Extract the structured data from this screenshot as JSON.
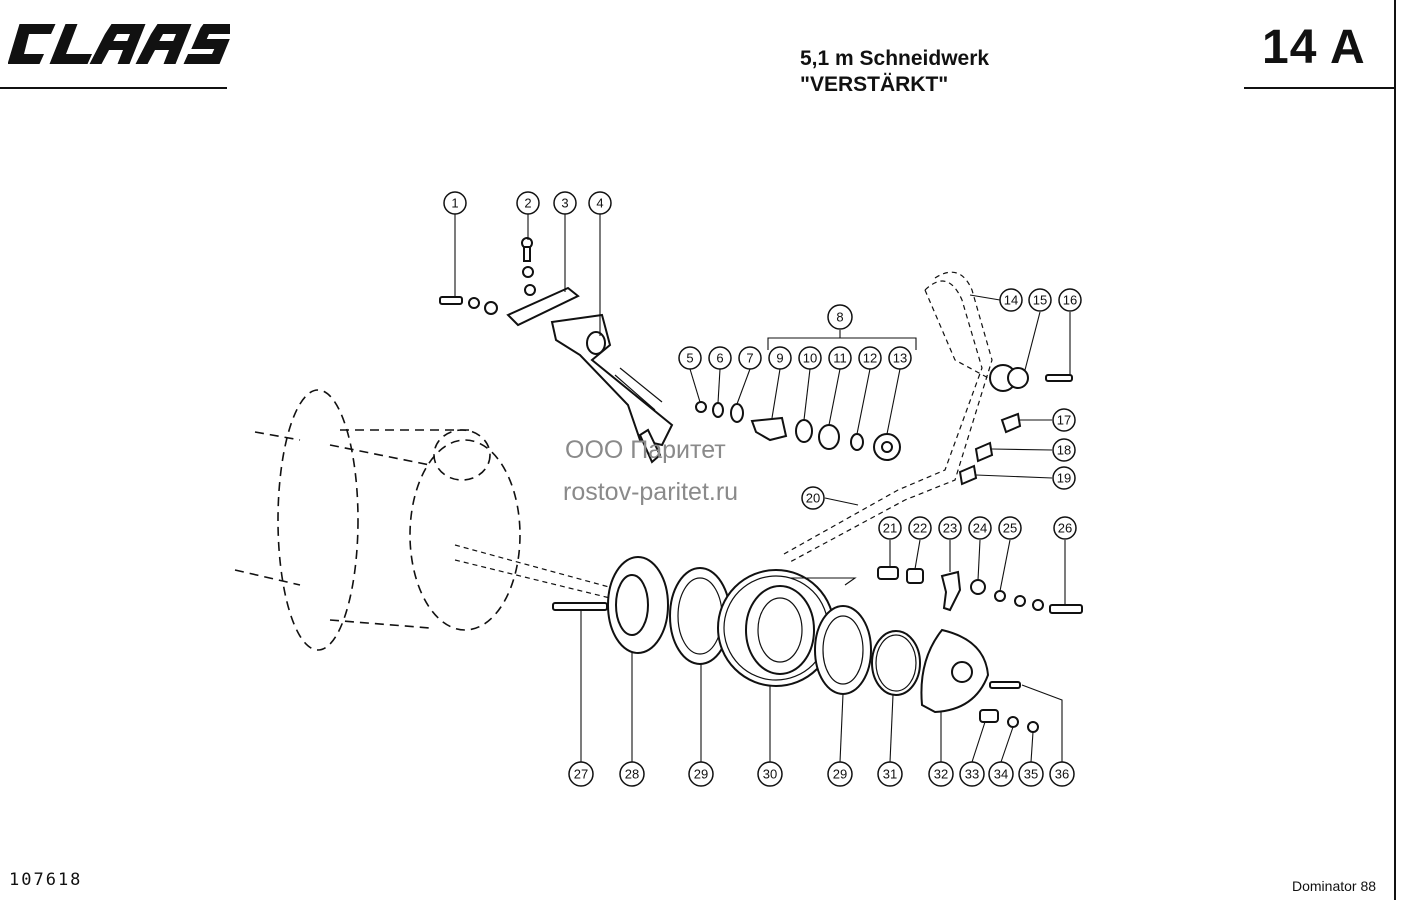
{
  "header": {
    "brand": "CLAAS",
    "title_line1": "5,1 m Schneidwerk",
    "title_line2": "\"VERSTÄRKT\"",
    "page_id": "14 A"
  },
  "footer": {
    "drawing_number": "107618",
    "model": "Dominator 88"
  },
  "watermark": {
    "line1": "ООО Паритет",
    "line2": "rostov-paritet.ru"
  },
  "callouts": [
    "1",
    "2",
    "3",
    "4",
    "5",
    "6",
    "7",
    "8",
    "9",
    "10",
    "11",
    "12",
    "13",
    "14",
    "15",
    "16",
    "17",
    "18",
    "19",
    "20",
    "21",
    "22",
    "23",
    "24",
    "25",
    "26",
    "27",
    "28",
    "29",
    "30",
    "29",
    "31",
    "32",
    "33",
    "34",
    "35",
    "36"
  ]
}
